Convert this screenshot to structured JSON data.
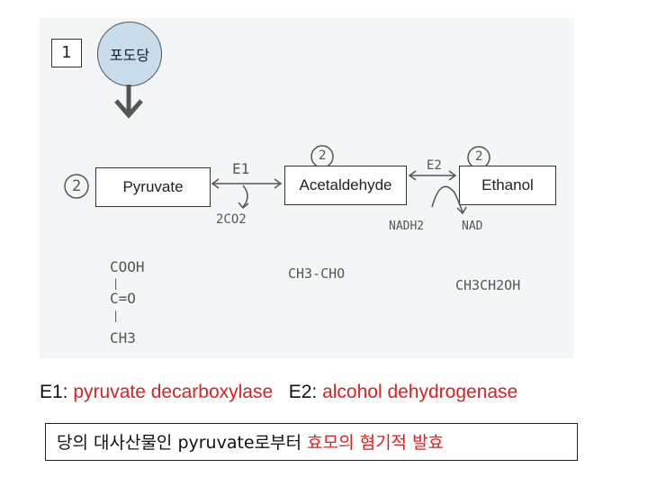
{
  "step_number": "1",
  "glucose": "포도당",
  "circled_numbers": [
    "2",
    "2",
    "2"
  ],
  "nodes": {
    "pyruvate": "Pyruvate",
    "acetaldehyde": "Acetaldehyde",
    "ethanol": "Ethanol"
  },
  "annotations": {
    "e1": "E1",
    "co2": "2CO2",
    "e2": "E2",
    "nadh2": "NADH2",
    "nad": "NAD"
  },
  "formulas": {
    "pyruvate": [
      "COOH",
      "|",
      "C=O",
      "|",
      "CH3"
    ],
    "acetaldehyde": "CH3-CHO",
    "ethanol": "CH3CH2OH"
  },
  "enzymes": {
    "e1_label": "E1:",
    "e1_name": "pyruvate decarboxylase",
    "e2_label": "E2:",
    "e2_name": "alcohol dehydrogenase"
  },
  "summary": {
    "part1": "당의 대사산물인 pyruvate로부터 ",
    "part2": "효모의 혐기적 발효"
  },
  "colors": {
    "accent_red": "#e02020",
    "glucose_fill": "#c9dcec"
  }
}
